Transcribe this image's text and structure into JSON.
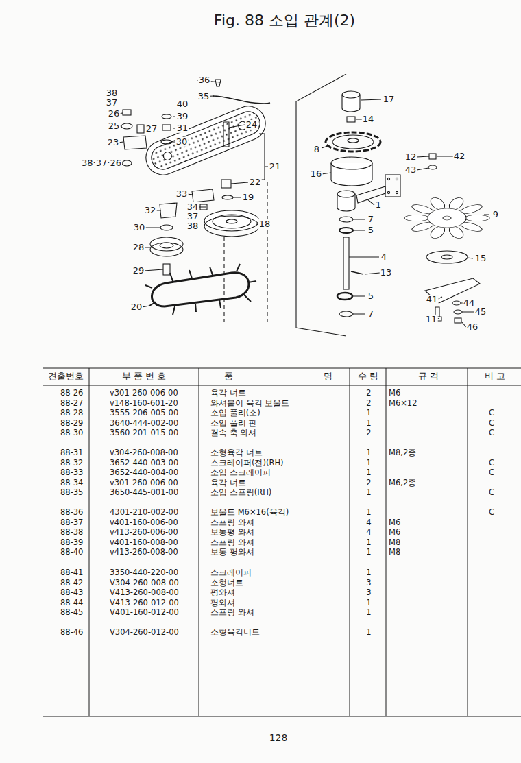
{
  "diagram": {
    "title": "Fig. 88 소입 관계(2)",
    "labels": [
      "38",
      "37",
      "26",
      "40",
      "39",
      "31",
      "25",
      "27",
      "23",
      "30",
      "24",
      "38·37·26",
      "21",
      "22",
      "36",
      "35",
      "33",
      "19",
      "32",
      "34",
      "37",
      "38",
      "18",
      "30",
      "28",
      "29",
      "20",
      "17",
      "14",
      "8",
      "16",
      "12",
      "42",
      "43",
      "1",
      "7",
      "5",
      "9",
      "4",
      "13",
      "15",
      "5",
      "7",
      "41",
      "44",
      "45",
      "11",
      "46",
      "견출번호",
      "부 품 번 호",
      "품",
      "명",
      "수 량",
      "규 격",
      "비 고",
      "88-26",
      "v301-260-006-00",
      "육각 너트",
      "2",
      "M6",
      "88-27",
      "v148-160-601-20",
      "와셔붙이 육각 보울트",
      "2",
      "M6×12",
      "88-28",
      "3555-206-005-00",
      "소입 풀리(소)",
      "1",
      "C",
      "88-29",
      "3640-444-002-00",
      "소입 풀리 핀",
      "1",
      "C",
      "88-30",
      "3560-201-015-00",
      "결속 축 와셔",
      "2",
      "C",
      "88-31",
      "v304-260-008-00",
      "소형육각 너트",
      "1",
      "M8,2종",
      "88-32",
      "3652-440-003-00",
      "스크레이퍼(전)(RH)",
      "1",
      "C",
      "88-33",
      "3652-440-004-00",
      "소입 스크레이퍼",
      "1",
      "C",
      "88-34",
      "v301-260-006-00",
      "육각 너트",
      "2",
      "M6,2종",
      "88-35",
      "3650-445-001-00",
      "소입 스프링(RH)",
      "1",
      "C",
      "88-36",
      "4301-210-002-00",
      "보울트 M6×16(육각)",
      "1",
      "C",
      "88-37",
      "v401-160-006-00",
      "스프링 와셔",
      "4",
      "M6",
      "88-38",
      "v413-260-006-00",
      "보통평 와셔",
      "4",
      "M6",
      "88-39",
      "v401-160-008-00",
      "스프링 와셔",
      "1",
      "M8",
      "88-40",
      "v413-260-008-00",
      "보통 평와셔",
      "1",
      "M8",
      "88-41",
      "3350-440-220-00",
      "스크레이퍼",
      "1",
      "88-42",
      "V304-260-008-00",
      "소형너트",
      "3",
      "88-43",
      "V413-260-008-00",
      "평와셔",
      "3",
      "88-44",
      "V413-260-012-00",
      "평와셔",
      "1",
      "88-45",
      "V401-160-012-00",
      "스프링 와셔",
      "1",
      "88-46",
      "V304-260-012-00",
      "소형육각너트",
      "1",
      "128"
    ]
  }
}
